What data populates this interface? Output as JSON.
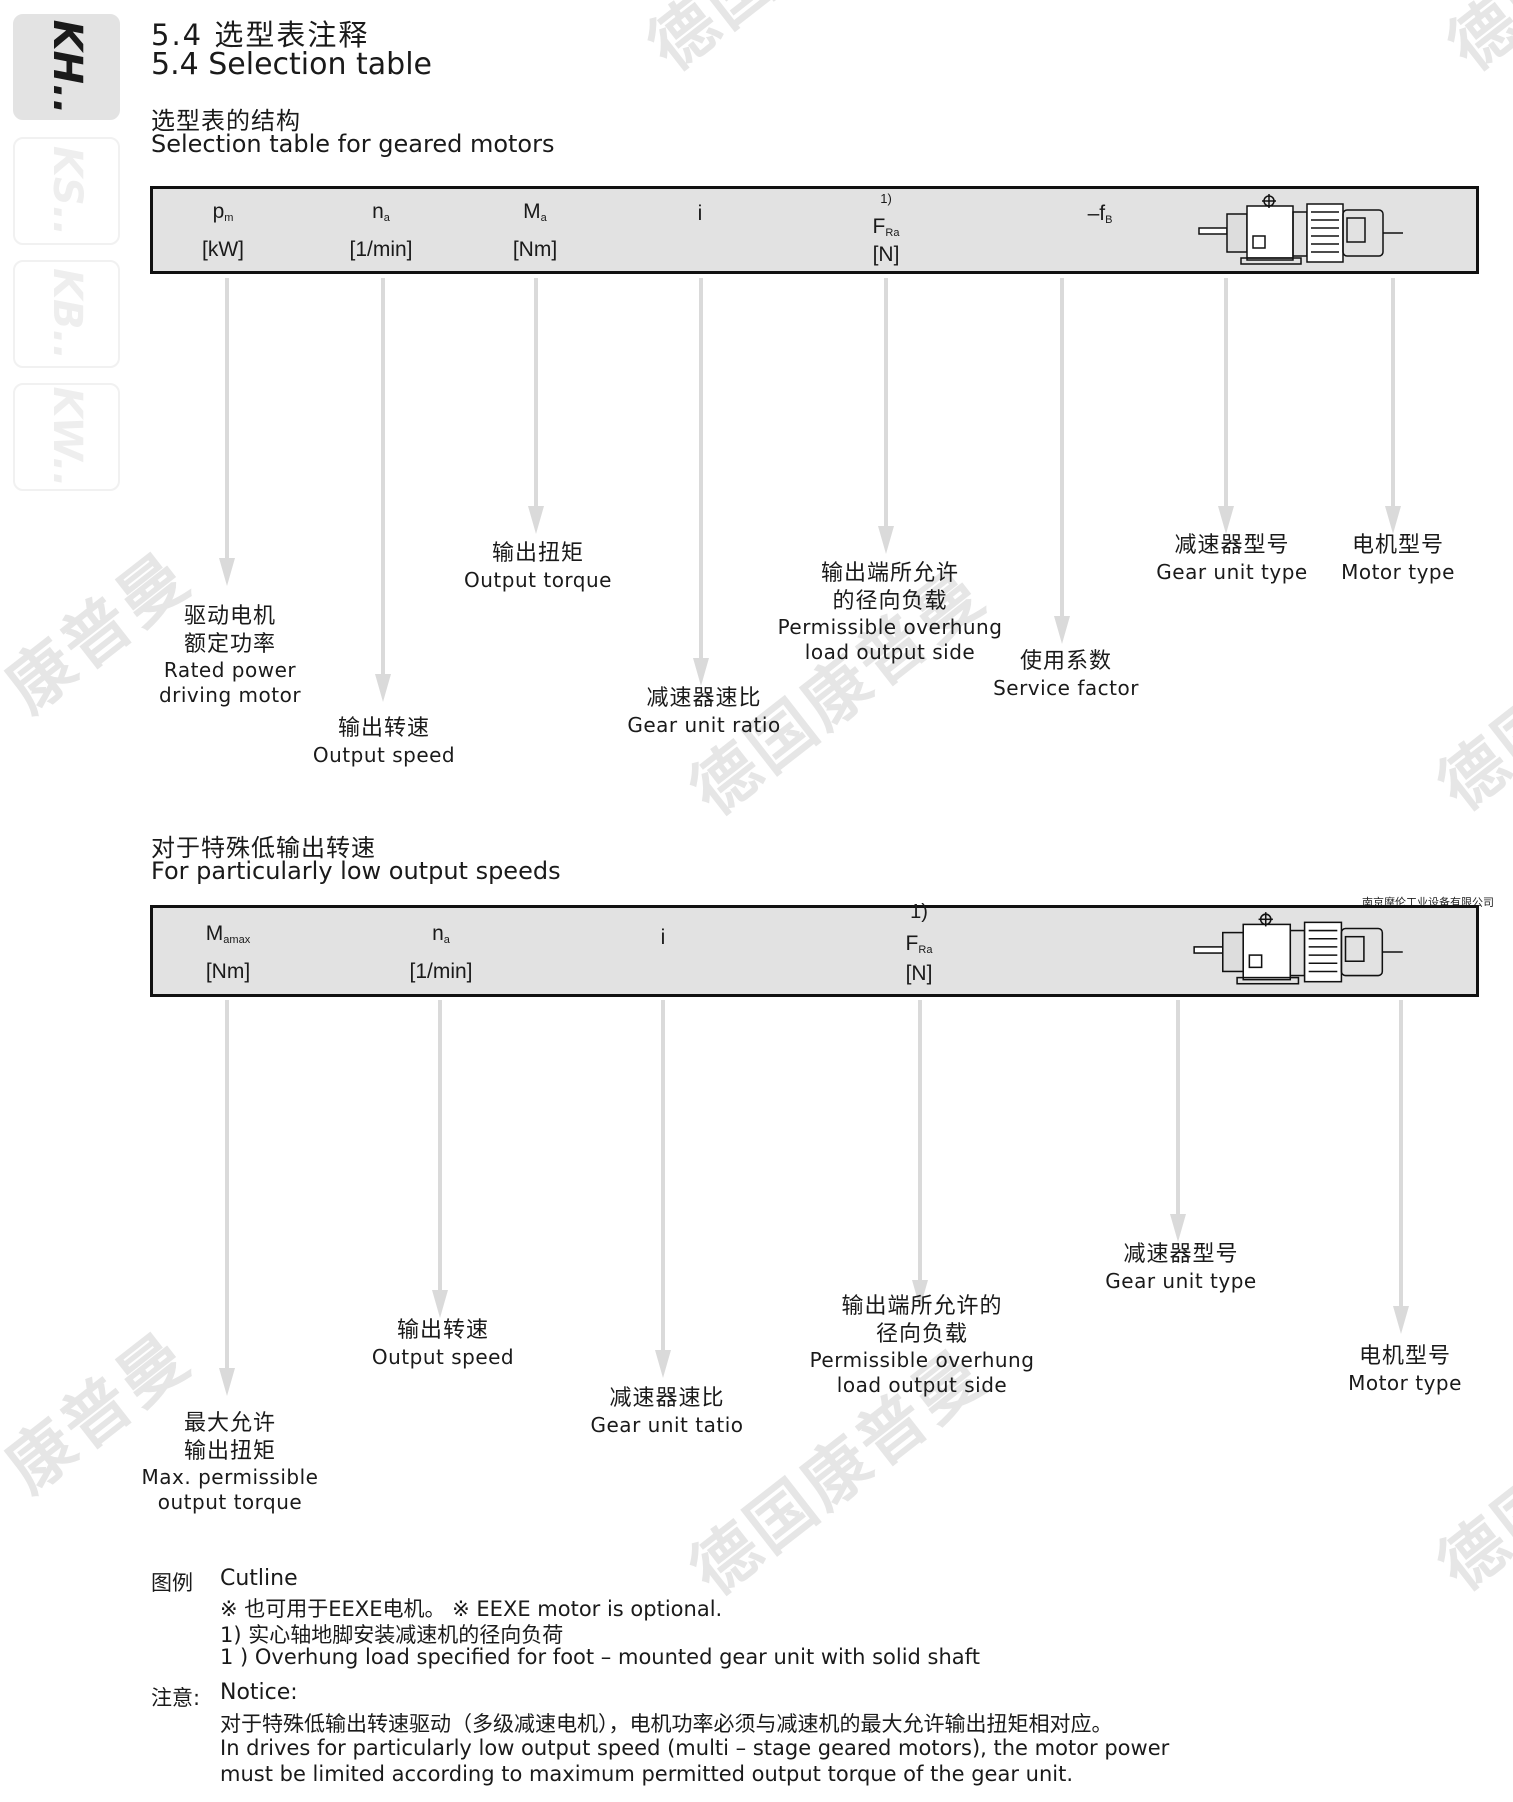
{
  "side_tabs": [
    {
      "label": "KH..",
      "active": true
    },
    {
      "label": "KS..",
      "active": false
    },
    {
      "label": "KB..",
      "active": false
    },
    {
      "label": "KW..",
      "active": false
    }
  ],
  "section": {
    "title_cn": "5.4 选型表注释",
    "title_en": "5.4 Selection table"
  },
  "table1": {
    "heading_cn": "选型表的结构",
    "heading_en": "Selection table for geared motors",
    "headers": {
      "pm": {
        "sym": "p",
        "sub": "m",
        "unit": "[kW]"
      },
      "na": {
        "sym": "n",
        "sub": "a",
        "unit": "[1/min]"
      },
      "ma": {
        "sym": "M",
        "sub": "a",
        "unit": "[Nm]"
      },
      "i": {
        "sym": "i"
      },
      "fra": {
        "sup": "1)",
        "sym": "F",
        "sub": "Ra",
        "unit": "[N]"
      },
      "fb": {
        "sym": "–f",
        "sub": "B"
      }
    },
    "labels": {
      "rated_power": {
        "cn1": "驱动电机",
        "cn2": "额定功率",
        "en1": "Rated power",
        "en2": "driving motor"
      },
      "output_speed": {
        "cn": "输出转速",
        "en": "Output speed"
      },
      "output_torque": {
        "cn": "输出扭矩",
        "en": "Output torque"
      },
      "gear_ratio": {
        "cn": "减速器速比",
        "en": "Gear unit ratio"
      },
      "overhung": {
        "cn1": "输出端所允许",
        "cn2": "的径向负载",
        "en1": "Permissible overhung",
        "en2": "load output side"
      },
      "service_factor": {
        "cn": "使用系数",
        "en": "Service factor"
      },
      "gear_type": {
        "cn": "减速器型号",
        "en": "Gear unit type"
      },
      "motor_type": {
        "cn": "电机型号",
        "en": "Motor type"
      }
    }
  },
  "table2": {
    "heading_cn": "对于特殊低输出转速",
    "heading_en": "For particularly low output speeds",
    "company": "南京摩伦工业设备有限公司",
    "headers": {
      "mamax": {
        "sym": "M",
        "sub": "amax",
        "unit": "[Nm]"
      },
      "na": {
        "sym": "n",
        "sub": "a",
        "unit": "[1/min]"
      },
      "i": {
        "sym": "i"
      },
      "fra": {
        "sup": "1)",
        "sym": "F",
        "sub": "Ra",
        "unit": "[N]"
      }
    },
    "labels": {
      "max_torque": {
        "cn1": "最大允许",
        "cn2": "输出扭矩",
        "en1": "Max. permissible",
        "en2": "output torque"
      },
      "output_speed": {
        "cn": "输出转速",
        "en": "Output speed"
      },
      "gear_ratio": {
        "cn": "减速器速比",
        "en": "Gear unit tatio"
      },
      "overhung": {
        "cn1": "输出端所允许的",
        "cn2": "径向负载",
        "en1": "Permissible overhung",
        "en2": "load output side"
      },
      "gear_type": {
        "cn": "减速器型号",
        "en": "Gear unit type"
      },
      "motor_type": {
        "cn": "电机型号",
        "en": "Motor type"
      }
    }
  },
  "notes": {
    "cutline_cn": "图例",
    "cutline_en": "Cutline",
    "eexe": "※ 也可用于EEXE电机。   ※ EEXE motor is optional.",
    "fn_cn": "1) 实心轴地脚安装减速机的径向负荷",
    "fn_en": "1 ) Overhung load specified for foot – mounted gear unit with solid shaft",
    "notice_cn": "注意:",
    "notice_en": "Notice:",
    "notice_text_cn": "对于特殊低输出转速驱动（多级减速电机），电机功率必须与减速机的最大允许输出扭矩相对应。",
    "notice_text_en1": "In drives for particularly low output speed   (multi – stage geared motors), the motor power",
    "notice_text_en2": "must be limited according to maximum permitted output torque of the gear unit."
  },
  "watermarks": [
    "康普曼",
    "德国康普曼",
    "德国",
    "德国",
    "康普曼",
    "德国康普曼",
    "德国",
    "德国"
  ]
}
